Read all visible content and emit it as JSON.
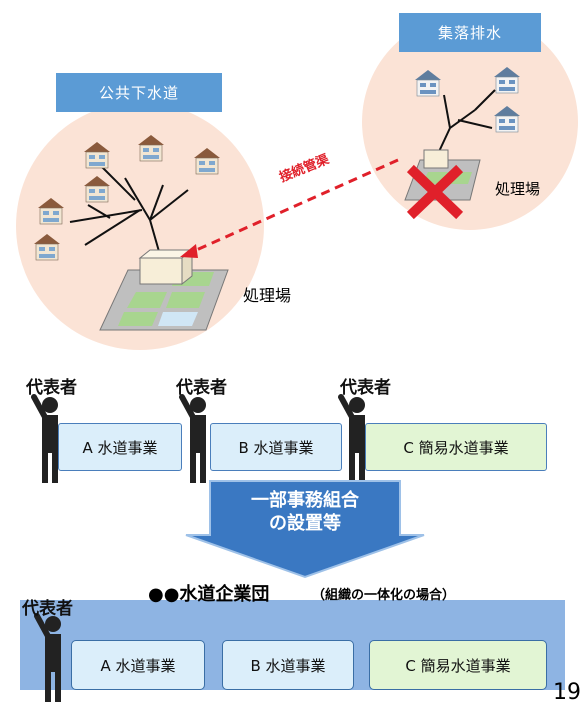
{
  "top_diagram": {
    "public_sewer_label": "公共下水道",
    "village_drain_label": "集落排水",
    "connection_label": "接続管渠",
    "treatment_plant_main": "処理場",
    "treatment_plant_village": "処理場"
  },
  "org_diagram": {
    "representative_label": "代表者",
    "business_a": "A 水道事業",
    "business_b": "B 水道事業",
    "business_c": "C 簡易水道事業",
    "arrow_label_line1": "一部事務組合",
    "arrow_label_line2": "の設置等",
    "enterprise_title": "●●水道企業団",
    "enterprise_subtitle": "（組織の一体化の場合）",
    "merged_a": "A 水道事業",
    "merged_b": "B 水道事業",
    "merged_c": "C 簡易水道事業"
  },
  "page_number": "19",
  "colors": {
    "circle_fill": "#fbe3d6",
    "label_blue": "#5b9bd5",
    "connection_red": "#e0202a",
    "box_blue": "#dbeefa",
    "box_green": "#e2f5d4",
    "band_blue": "#8eb4e3",
    "arrow_blue": "#3a78c2"
  }
}
